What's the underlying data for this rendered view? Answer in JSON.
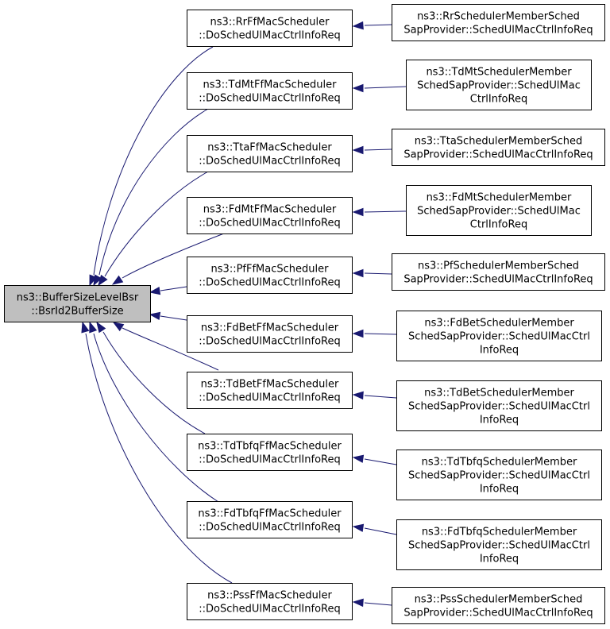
{
  "diagram": {
    "colors": {
      "edge": "#191970",
      "root_fill": "#bfbfbf",
      "node_fill": "#ffffff",
      "node_border": "#000000"
    },
    "root": {
      "id": "root",
      "lines": [
        "ns3::BufferSizeLevelBsr",
        "::BsrId2BufferSize"
      ]
    },
    "callers": [
      {
        "id": "rr",
        "lines": [
          "ns3::RrFfMacScheduler",
          "::DoSchedUlMacCtrlInfoReq"
        ]
      },
      {
        "id": "tdmt",
        "lines": [
          "ns3::TdMtFfMacScheduler",
          "::DoSchedUlMacCtrlInfoReq"
        ]
      },
      {
        "id": "tta",
        "lines": [
          "ns3::TtaFfMacScheduler",
          "::DoSchedUlMacCtrlInfoReq"
        ]
      },
      {
        "id": "fdmt",
        "lines": [
          "ns3::FdMtFfMacScheduler",
          "::DoSchedUlMacCtrlInfoReq"
        ]
      },
      {
        "id": "pf",
        "lines": [
          "ns3::PfFfMacScheduler",
          "::DoSchedUlMacCtrlInfoReq"
        ]
      },
      {
        "id": "fdbet",
        "lines": [
          "ns3::FdBetFfMacScheduler",
          "::DoSchedUlMacCtrlInfoReq"
        ]
      },
      {
        "id": "tdbet",
        "lines": [
          "ns3::TdBetFfMacScheduler",
          "::DoSchedUlMacCtrlInfoReq"
        ]
      },
      {
        "id": "tdtbfq",
        "lines": [
          "ns3::TdTbfqFfMacScheduler",
          "::DoSchedUlMacCtrlInfoReq"
        ]
      },
      {
        "id": "fdtbfq",
        "lines": [
          "ns3::FdTbfqFfMacScheduler",
          "::DoSchedUlMacCtrlInfoReq"
        ]
      },
      {
        "id": "pss",
        "lines": [
          "ns3::PssFfMacScheduler",
          "::DoSchedUlMacCtrlInfoReq"
        ]
      }
    ],
    "providers": [
      {
        "id": "rr-sap",
        "lines": [
          "ns3::RrSchedulerMemberSched",
          "SapProvider::SchedUlMacCtrlInfoReq"
        ]
      },
      {
        "id": "tdmt-sap",
        "lines": [
          "ns3::TdMtSchedulerMember",
          "SchedSapProvider::SchedUlMac",
          "CtrlInfoReq"
        ]
      },
      {
        "id": "tta-sap",
        "lines": [
          "ns3::TtaSchedulerMemberSched",
          "SapProvider::SchedUlMacCtrlInfoReq"
        ]
      },
      {
        "id": "fdmt-sap",
        "lines": [
          "ns3::FdMtSchedulerMember",
          "SchedSapProvider::SchedUlMac",
          "CtrlInfoReq"
        ]
      },
      {
        "id": "pf-sap",
        "lines": [
          "ns3::PfSchedulerMemberSched",
          "SapProvider::SchedUlMacCtrlInfoReq"
        ]
      },
      {
        "id": "fdbet-sap",
        "lines": [
          "ns3::FdBetSchedulerMember",
          "SchedSapProvider::SchedUlMacCtrl",
          "InfoReq"
        ]
      },
      {
        "id": "tdbet-sap",
        "lines": [
          "ns3::TdBetSchedulerMember",
          "SchedSapProvider::SchedUlMacCtrl",
          "InfoReq"
        ]
      },
      {
        "id": "tdtbfq-sap",
        "lines": [
          "ns3::TdTbfqSchedulerMember",
          "SchedSapProvider::SchedUlMacCtrl",
          "InfoReq"
        ]
      },
      {
        "id": "fdtbfq-sap",
        "lines": [
          "ns3::FdTbfqSchedulerMember",
          "SchedSapProvider::SchedUlMacCtrl",
          "InfoReq"
        ]
      },
      {
        "id": "pss-sap",
        "lines": [
          "ns3::PssSchedulerMemberSched",
          "SapProvider::SchedUlMacCtrlInfoReq"
        ]
      }
    ],
    "edges": [
      {
        "from": "root",
        "to": "rr"
      },
      {
        "from": "root",
        "to": "tdmt"
      },
      {
        "from": "root",
        "to": "tta"
      },
      {
        "from": "root",
        "to": "fdmt"
      },
      {
        "from": "root",
        "to": "pf"
      },
      {
        "from": "root",
        "to": "fdbet"
      },
      {
        "from": "root",
        "to": "tdbet"
      },
      {
        "from": "root",
        "to": "tdtbfq"
      },
      {
        "from": "root",
        "to": "fdtbfq"
      },
      {
        "from": "root",
        "to": "pss"
      },
      {
        "from": "rr",
        "to": "rr-sap"
      },
      {
        "from": "tdmt",
        "to": "tdmt-sap"
      },
      {
        "from": "tta",
        "to": "tta-sap"
      },
      {
        "from": "fdmt",
        "to": "fdmt-sap"
      },
      {
        "from": "pf",
        "to": "pf-sap"
      },
      {
        "from": "fdbet",
        "to": "fdbet-sap"
      },
      {
        "from": "tdbet",
        "to": "tdbet-sap"
      },
      {
        "from": "tdtbfq",
        "to": "tdtbfq-sap"
      },
      {
        "from": "fdtbfq",
        "to": "fdtbfq-sap"
      },
      {
        "from": "pss",
        "to": "pss-sap"
      }
    ]
  }
}
